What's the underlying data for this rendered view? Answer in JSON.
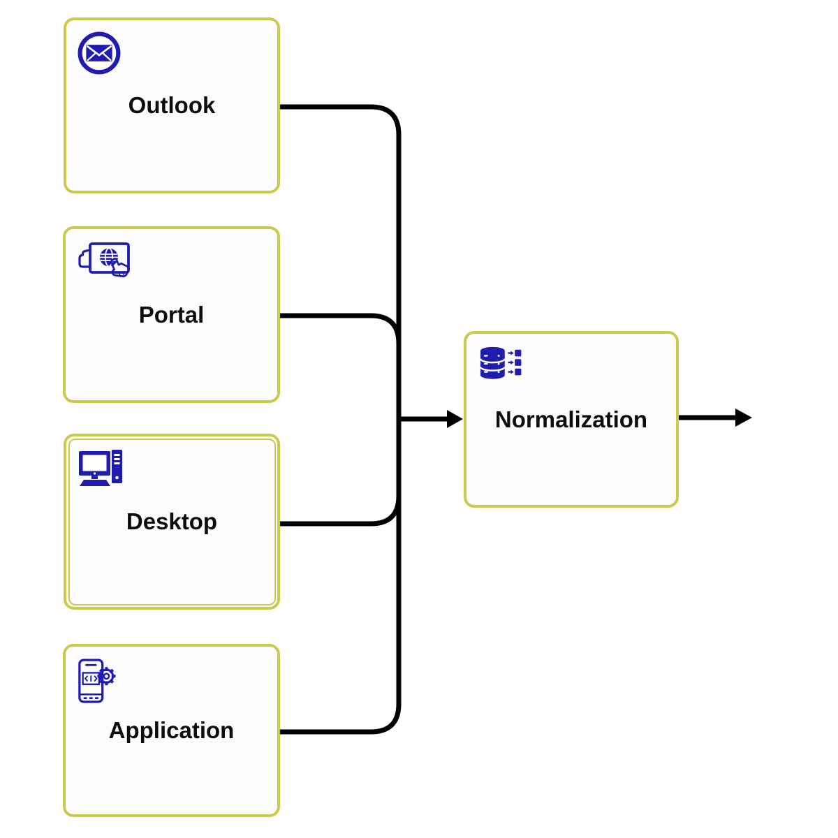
{
  "diagram": {
    "type": "flowchart",
    "colors": {
      "box_border": "#c9ca4e",
      "box_fill": "#fcfcfc",
      "icon": "#221cae",
      "connector": "#000000",
      "label_text": "#0d0d0d"
    },
    "nodes": [
      {
        "label": "Outlook",
        "icon": "envelope-icon"
      },
      {
        "label": "Portal",
        "icon": "web-touch-screen-icon"
      },
      {
        "label": "Desktop",
        "icon": "desktop-computer-icon",
        "border_style": "double"
      },
      {
        "label": "Application",
        "icon": "mobile-app-gear-icon"
      },
      {
        "label": "Normalization",
        "icon": "database-transform-icon"
      }
    ],
    "edges": [
      {
        "from": "Outlook",
        "to": "Normalization"
      },
      {
        "from": "Portal",
        "to": "Normalization"
      },
      {
        "from": "Desktop",
        "to": "Normalization"
      },
      {
        "from": "Application",
        "to": "Normalization"
      },
      {
        "from": "Normalization",
        "to": "output"
      }
    ]
  }
}
